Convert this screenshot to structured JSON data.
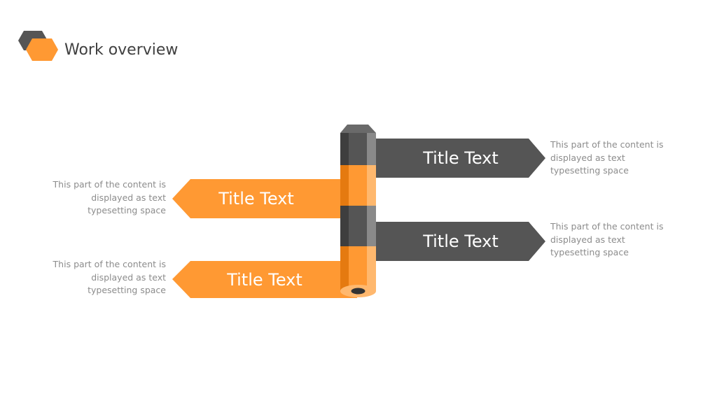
{
  "header": {
    "title": "Work overview"
  },
  "colors": {
    "accent": "#FF9933",
    "accent_dark": "#E57A10",
    "accent_light": "#FFB86E",
    "gray": "#555555",
    "gray_dark": "#3E3E3E",
    "gray_light": "#8A8A8A",
    "text": "#404040",
    "muted": "#8C8C8C"
  },
  "items": [
    {
      "title": "Title Text",
      "description": "This part of the content is displayed as text typesetting space"
    },
    {
      "title": "Title Text",
      "description": "This part of the content is displayed as text typesetting space"
    },
    {
      "title": "Title Text",
      "description": "This part of the content is displayed as text typesetting space"
    },
    {
      "title": "Title Text",
      "description": "This part of the content is displayed as text typesetting space"
    }
  ]
}
